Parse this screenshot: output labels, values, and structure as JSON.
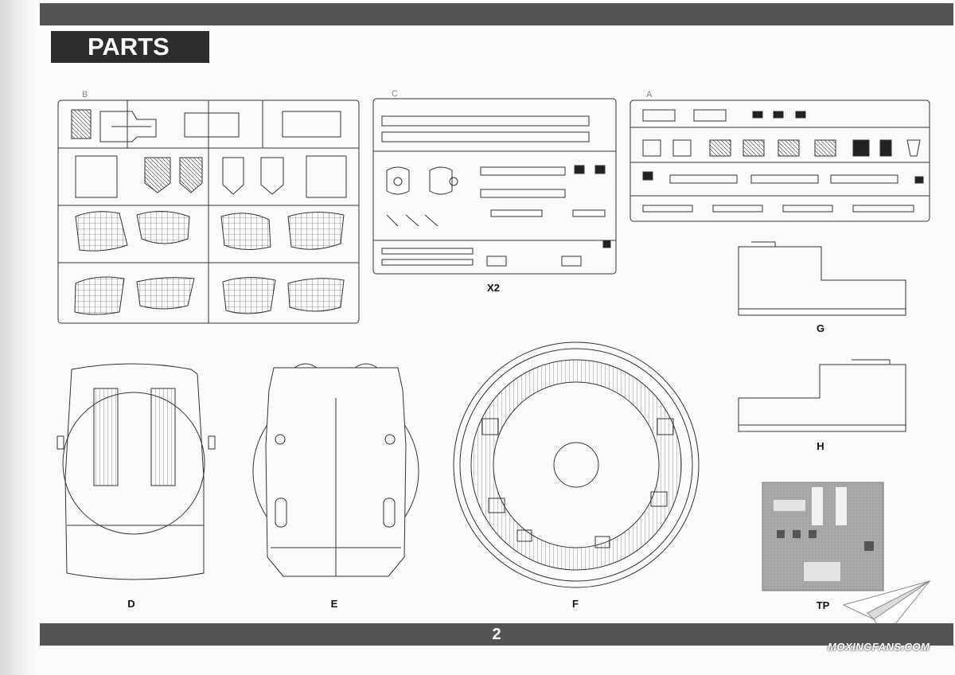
{
  "header": {
    "title": "PARTS"
  },
  "footer": {
    "page_number": "2"
  },
  "sprues": {
    "B": {
      "letter": "B"
    },
    "C": {
      "letter": "C",
      "quantity": "X2"
    },
    "A": {
      "letter": "A"
    }
  },
  "parts": {
    "D": "D",
    "E": "E",
    "F": "F",
    "G": "G",
    "H": "H",
    "TP": "TP"
  },
  "watermark": {
    "text": "MOXINGFANS.COM"
  }
}
